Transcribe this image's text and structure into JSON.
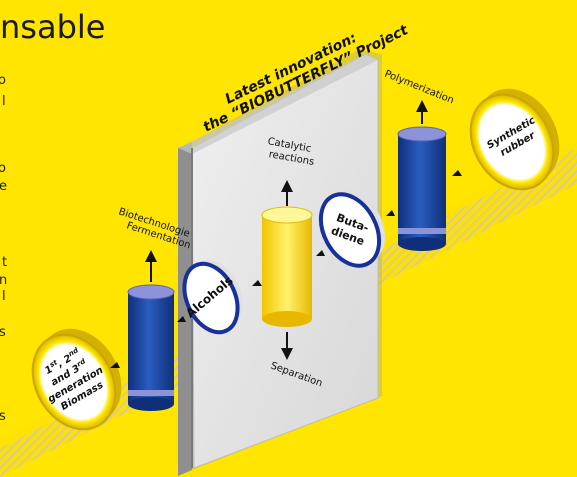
{
  "header": {
    "partial_title": "nsable",
    "left_fragments": [
      "o",
      "l",
      "o",
      "e",
      "t",
      "n",
      "l",
      "s",
      "s"
    ]
  },
  "wall": {
    "line1": "Latest innovation:",
    "line2": "the “BIOBUTTERFLY” Project"
  },
  "nodes": {
    "biomass": {
      "lines": [
        {
          "text": "1",
          "sup": "st",
          "sep": ", ",
          "text2": "2",
          "sup2": "nd"
        },
        {
          "text": "and 3",
          "sup": "rd"
        },
        {
          "text": "generation"
        },
        {
          "text": "Biomass"
        }
      ]
    },
    "alcohols": "Alcohols",
    "butadiene": [
      "Buta-",
      "diene"
    ],
    "synthetic_rubber": [
      "Synthetic",
      "rubber"
    ]
  },
  "process_labels": {
    "fermentation": [
      "Biotechnologie",
      "Fermentation"
    ],
    "catalytic": [
      "Catalytic",
      "reactions"
    ],
    "separation": "Separation",
    "polymerization": "Polymerization"
  },
  "colors": {
    "background": "#FFE500",
    "wall_front": "#E6E6E6",
    "wall_side": "#9A9A9A",
    "cylinder_blue": "#1E4CA6",
    "cylinder_top": "#8C93D8",
    "cylinder_yellow": "#FFE800",
    "disc_edge": "#E8C800",
    "alcohol_disc": "#17309A",
    "stripe": "#D9CD9B"
  }
}
